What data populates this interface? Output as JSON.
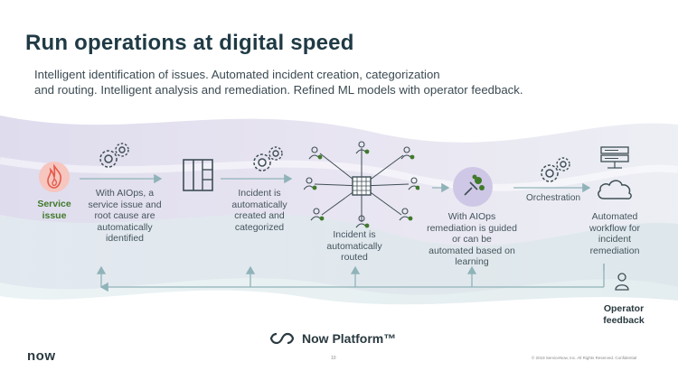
{
  "slide": {
    "title": "Run operations at digital speed",
    "subtitle_lines": [
      "Intelligent identification of issues. Automated incident creation, categorization",
      "and routing.  Intelligent analysis and remediation.  Refined ML models with operator feedback."
    ]
  },
  "flow": {
    "service_issue": [
      "Service",
      "issue"
    ],
    "aiops_identify": [
      "With AIOps, a",
      "service issue and",
      "root cause are",
      "automatically",
      "identified"
    ],
    "incident_created": [
      "Incident is",
      "automatically",
      "created and",
      "categorized"
    ],
    "incident_routed": [
      "Incident is",
      "automatically",
      "routed"
    ],
    "remediation": [
      "With AIOps",
      "remediation is guided",
      "or can be",
      "automated based on",
      "learning"
    ],
    "orchestration": "Orchestration",
    "workflow": [
      "Automated",
      "workflow for",
      "incident",
      "remediation"
    ],
    "operator_feedback": [
      "Operator",
      "feedback"
    ]
  },
  "footer": {
    "logo": "now",
    "platform": "Now Platform™",
    "page_number": "10",
    "copyright": "© 2019 ServiceNow, Inc. All Rights Reserved. Confidential"
  },
  "colors": {
    "accent_green": "#3f7a2a",
    "fire_red": "#e35a4a",
    "icon_gray": "#3e4e55",
    "arrow_teal": "#8fb3b8"
  }
}
